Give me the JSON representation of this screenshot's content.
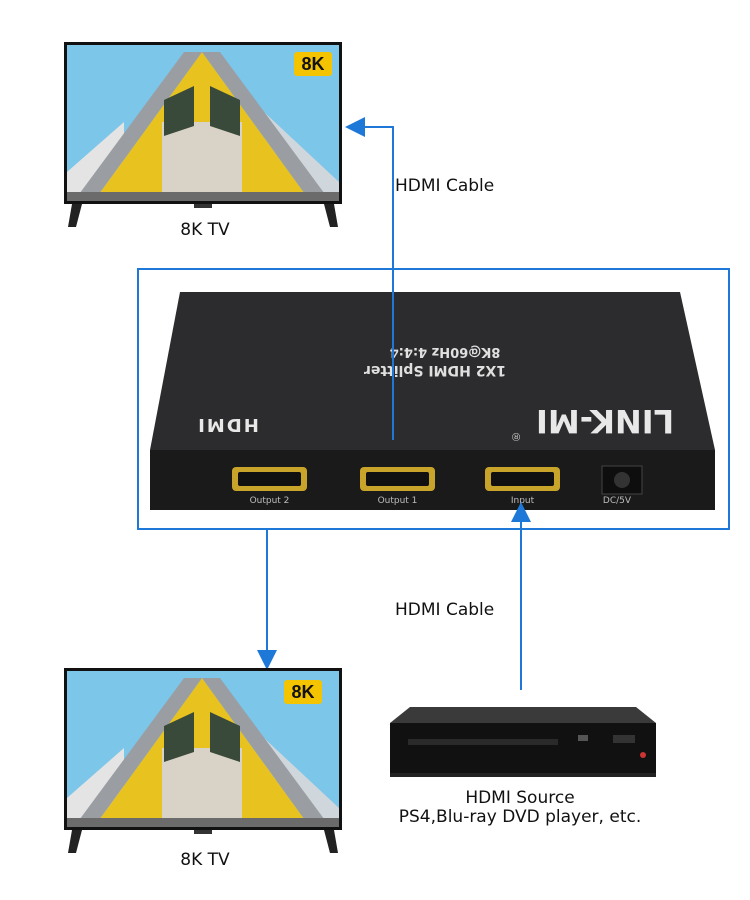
{
  "top_tv": {
    "badge": "8K",
    "label": "8K TV"
  },
  "bottom_tv": {
    "badge": "8K",
    "label": "8K TV"
  },
  "cables": {
    "top_label": "HDMI Cable",
    "bottom_label": "HDMI Cable"
  },
  "splitter": {
    "brand": "LINK-MI",
    "brand_mark": "®",
    "model": "1X2 HDMI Splitter",
    "spec": "8K@60Hz 4:4:4",
    "hdmi_logo": "HDMI",
    "ports": [
      "Output 2",
      "Output 1",
      "Input",
      "DC/5V"
    ]
  },
  "source": {
    "label_line1": "HDMI Source",
    "label_line2": "PS4,Blu-ray DVD player, etc."
  },
  "colors": {
    "arrow": "#1e78d7",
    "frame": "#1e78d7",
    "badge": "#f5c400",
    "device": "#2a2a2c"
  }
}
